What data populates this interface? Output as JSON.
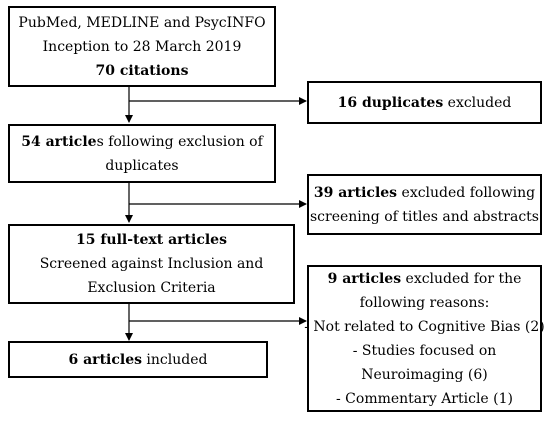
{
  "flow": {
    "source": {
      "line1": "PubMed, MEDLINE and PsycINFO",
      "line2": "Inception to 28 March 2019",
      "count": "70 citations"
    },
    "duplicates_excluded": {
      "count": "16 duplicates",
      "text": " excluded"
    },
    "after_duplicates": {
      "count": "54 article",
      "text_a": "s following exclusion of",
      "text_b": "duplicates"
    },
    "screening_excluded": {
      "count": "39 articles",
      "text_a": " excluded following",
      "text_b": "screening of titles and abstracts"
    },
    "full_text": {
      "count": "15 full-text articles",
      "line2": "Screened against Inclusion and",
      "line3": "Exclusion Criteria"
    },
    "final_excluded": {
      "count": "9 articles",
      "text_a": " excluded for the",
      "line2": "following reasons:",
      "reasons": [
        "- Not related to Cognitive Bias (2)",
        "- Studies focused on",
        "Neuroimaging (6)",
        "- Commentary Article (1)"
      ]
    },
    "included": {
      "count": "6 articles",
      "text": " included"
    }
  }
}
